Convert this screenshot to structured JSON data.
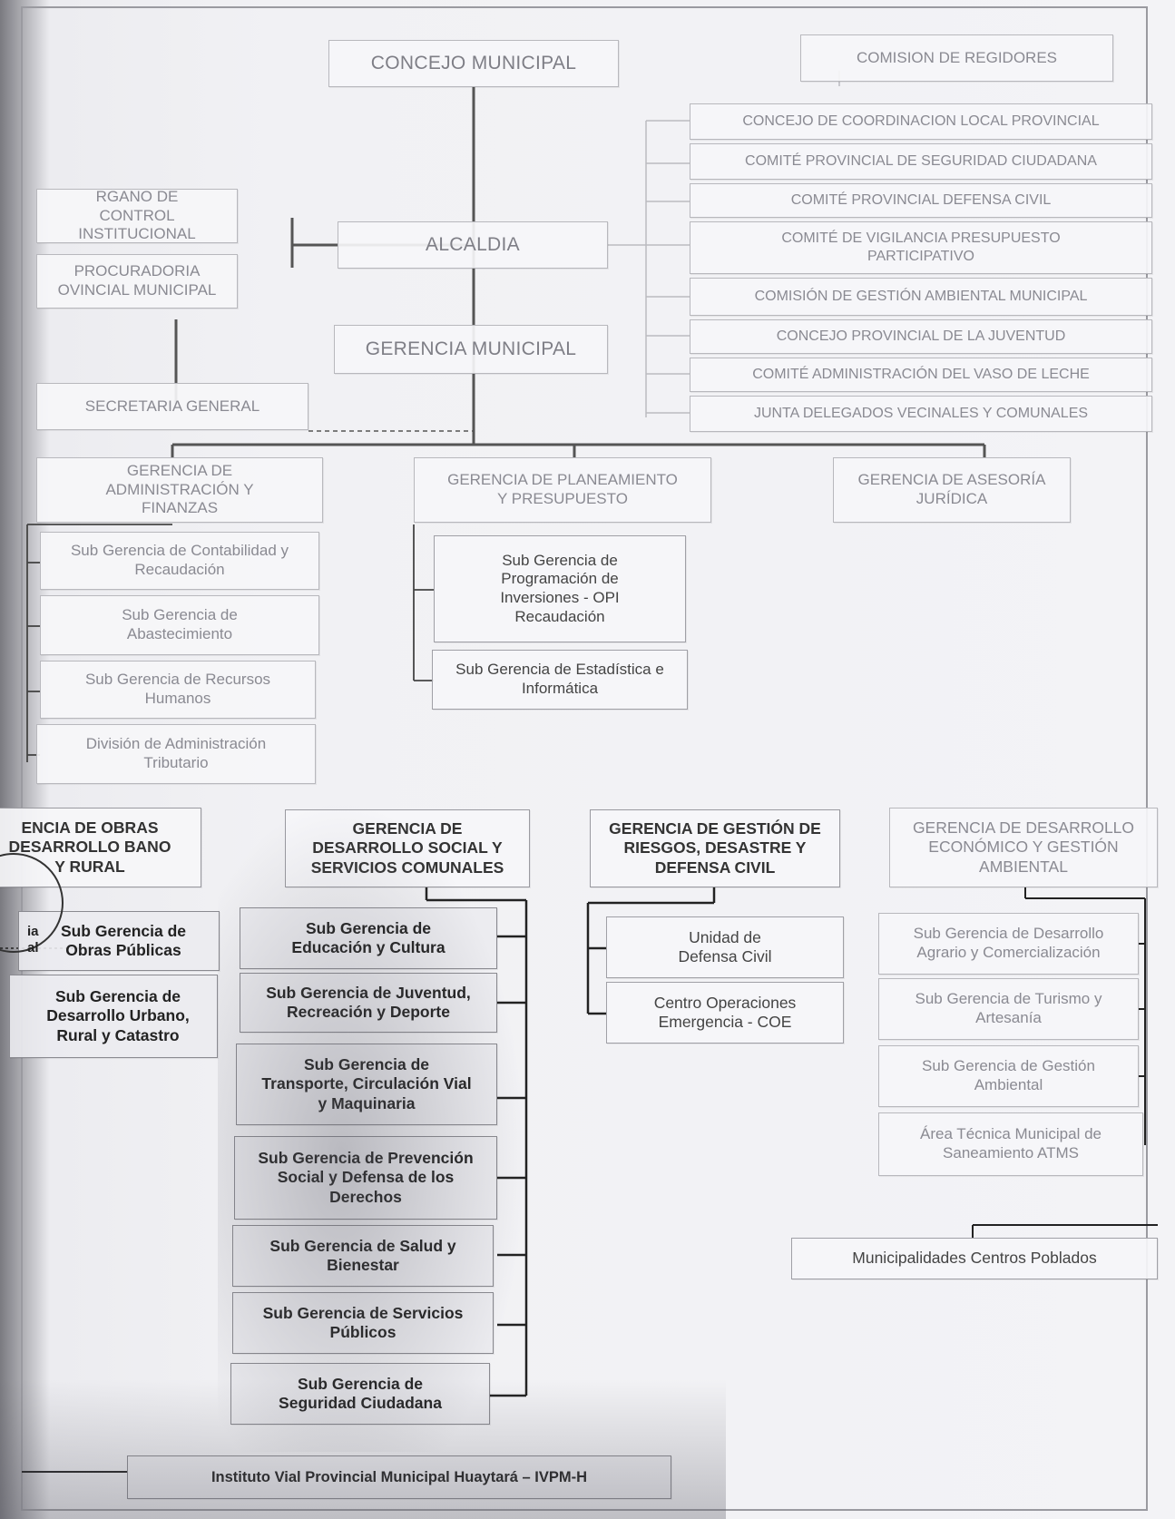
{
  "boxes": {
    "concejo": "CONCEJO MUNICIPAL",
    "comision_regidores": "COMISION DE REGIDORES",
    "consultivos": [
      "CONCEJO DE COORDINACION LOCAL PROVINCIAL",
      "COMITÉ PROVINCIAL DE SEGURIDAD CIUDADANA",
      "COMITÉ PROVINCIAL DEFENSA CIVIL",
      "COMITÉ DE VIGILANCIA PRESUPUESTO PARTICIPATIVO",
      "COMISIÓN DE GESTIÓN AMBIENTAL MUNICIPAL",
      "CONCEJO PROVINCIAL DE LA JUVENTUD",
      "COMITÉ ADMINISTRACIÓN DEL VASO DE LECHE",
      "JUNTA DELEGADOS VECINALES Y COMUNALES"
    ],
    "organo_control": "RGANO DE CONTROL INSTITUCIONAL",
    "procuraduria": "PROCURADORIA OVINCIAL MUNICIPAL",
    "alcaldia": "ALCALDIA",
    "gerencia_municipal": "GERENCIA MUNICIPAL",
    "secretaria": "SECRETARIA GENERAL",
    "ger_admin": "GERENCIA DE ADMINISTRACIÓN Y FINANZAS",
    "ger_planeamiento": "GERENCIA DE PLANEAMIENTO Y PRESUPUESTO",
    "ger_asesoria": "GERENCIA DE ASESORÍA JURÍDICA",
    "admin_subs": [
      "Sub Gerencia de Contabilidad y Recaudación",
      "Sub Gerencia de Abastecimiento",
      "Sub Gerencia de Recursos Humanos",
      "División de Administración Tributario"
    ],
    "plan_subs": [
      "Sub Gerencia de Programación de Inversiones - OPI Recaudación",
      "Sub Gerencia de Estadística e Informática"
    ],
    "ger_obras": "ENCIA DE OBRAS DESARROLLO BANO Y RURAL",
    "obras_subs": [
      "Sub Gerencia de Obras Públicas",
      "Sub Gerencia de Desarrollo Urbano, Rural y Catastro"
    ],
    "ger_social": "GERENCIA DE DESARROLLO SOCIAL Y SERVICIOS COMUNALES",
    "social_subs": [
      "Sub Gerencia de Educación y Cultura",
      "Sub Gerencia de Juventud, Recreación y Deporte",
      "Sub Gerencia de Transporte, Circulación Vial y Maquinaria",
      "Sub Gerencia de Prevención Social y Defensa de los Derechos",
      "Sub Gerencia de Salud y Bienestar",
      "Sub Gerencia de Servicios Públicos",
      "Sub Gerencia de Seguridad Ciudadana"
    ],
    "ger_riesgos": "GERENCIA DE GESTIÓN DE RIESGOS, DESASTRE Y DEFENSA CIVIL",
    "riesgos_subs": [
      "Unidad de Defensa Civil",
      "Centro Operaciones Emergencia - COE"
    ],
    "ger_economico": "GERENCIA DE DESARROLLO ECONÓMICO Y GESTIÓN AMBIENTAL",
    "economico_subs": [
      "Sub Gerencia de Desarrollo Agrario y Comercialización",
      "Sub Gerencia de Turismo y Artesanía",
      "Sub Gerencia de Gestión Ambiental",
      "Área Técnica Municipal de Saneamiento ATMS"
    ],
    "centros_poblados": "Municipalidades Centros Poblados",
    "instituto": "Instituto Vial Provincial Municipal Huaytará – IVPM-H"
  },
  "seal": {
    "text_line1": "ia",
    "text_line2": "al"
  },
  "colors": {
    "line": "#555555",
    "paper": "#f1f1f4",
    "border": "#b8b8bd"
  }
}
